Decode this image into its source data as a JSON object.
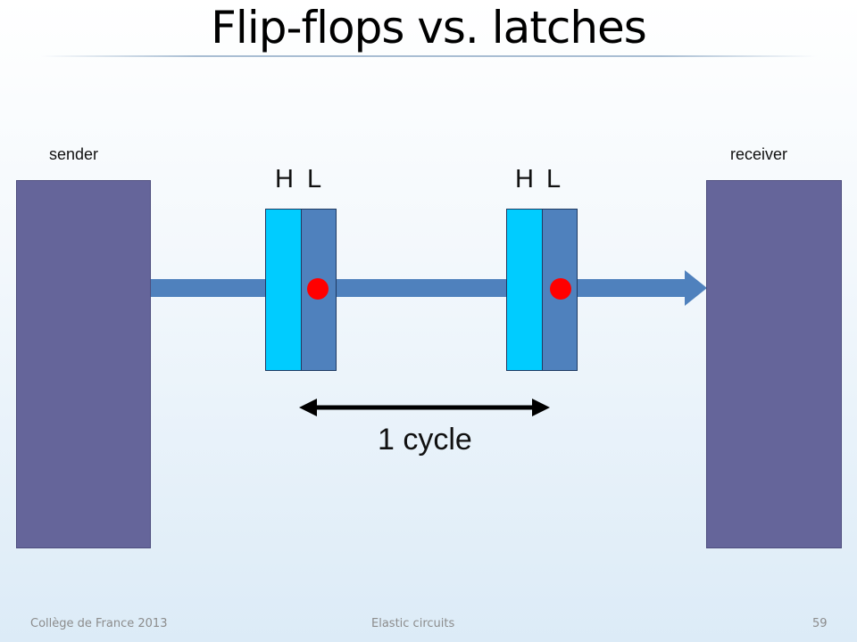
{
  "slide": {
    "title": "Flip-flops vs. latches"
  },
  "diagram": {
    "sender_label": "sender",
    "receiver_label": "receiver",
    "flipflops": [
      {
        "high_label": "H",
        "low_label": "L"
      },
      {
        "high_label": "H",
        "low_label": "L"
      }
    ],
    "cycle_label": "1 cycle",
    "colors": {
      "block": "#65659a",
      "latch_high": "#00ccff",
      "latch_low": "#4f81bd",
      "arrow": "#4f81bd",
      "dot": "#ff0000",
      "span_arrow": "#000000"
    }
  },
  "footer": {
    "left": "Collège de France 2013",
    "center": "Elastic circuits",
    "page_number": "59"
  }
}
